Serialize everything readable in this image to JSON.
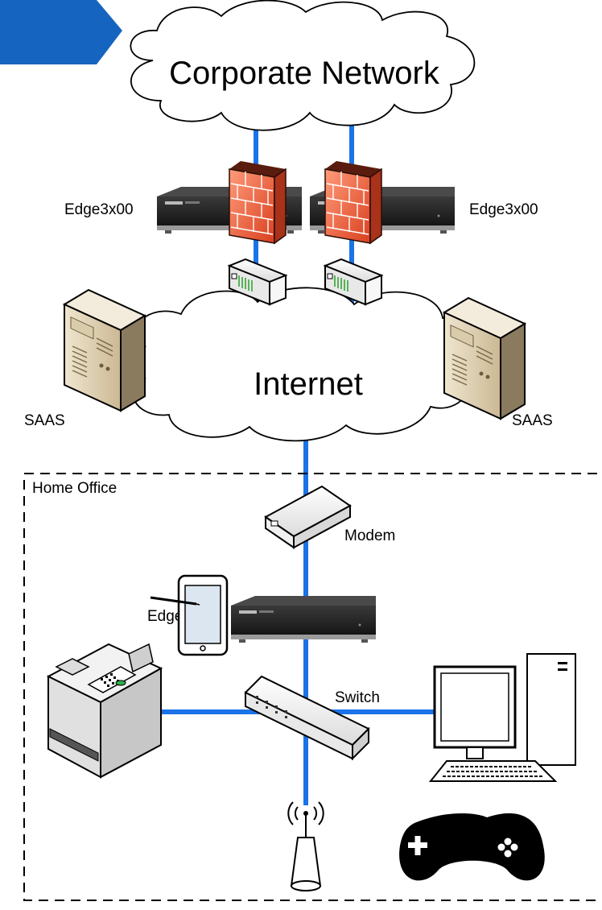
{
  "clouds": {
    "corporate": "Corporate Network",
    "internet": "Internet"
  },
  "labels": {
    "edge_left": "Edge3x00",
    "edge_right": "Edge3x00",
    "saas_left": "SAAS",
    "saas_right": "SAAS",
    "home_office": "Home Office",
    "modem": "Modem",
    "edge610": "Edge610",
    "switch": "Switch"
  },
  "colors": {
    "link": "#1a73e8",
    "corner_banner": "#1565c0"
  },
  "icons": [
    "appliance-icon",
    "firewall-icon",
    "router-icon",
    "server-icon",
    "modem-icon",
    "printer-icon",
    "switch-icon",
    "desktop-computer-icon",
    "tablet-icon",
    "wifi-access-point-icon",
    "gamepad-icon"
  ]
}
